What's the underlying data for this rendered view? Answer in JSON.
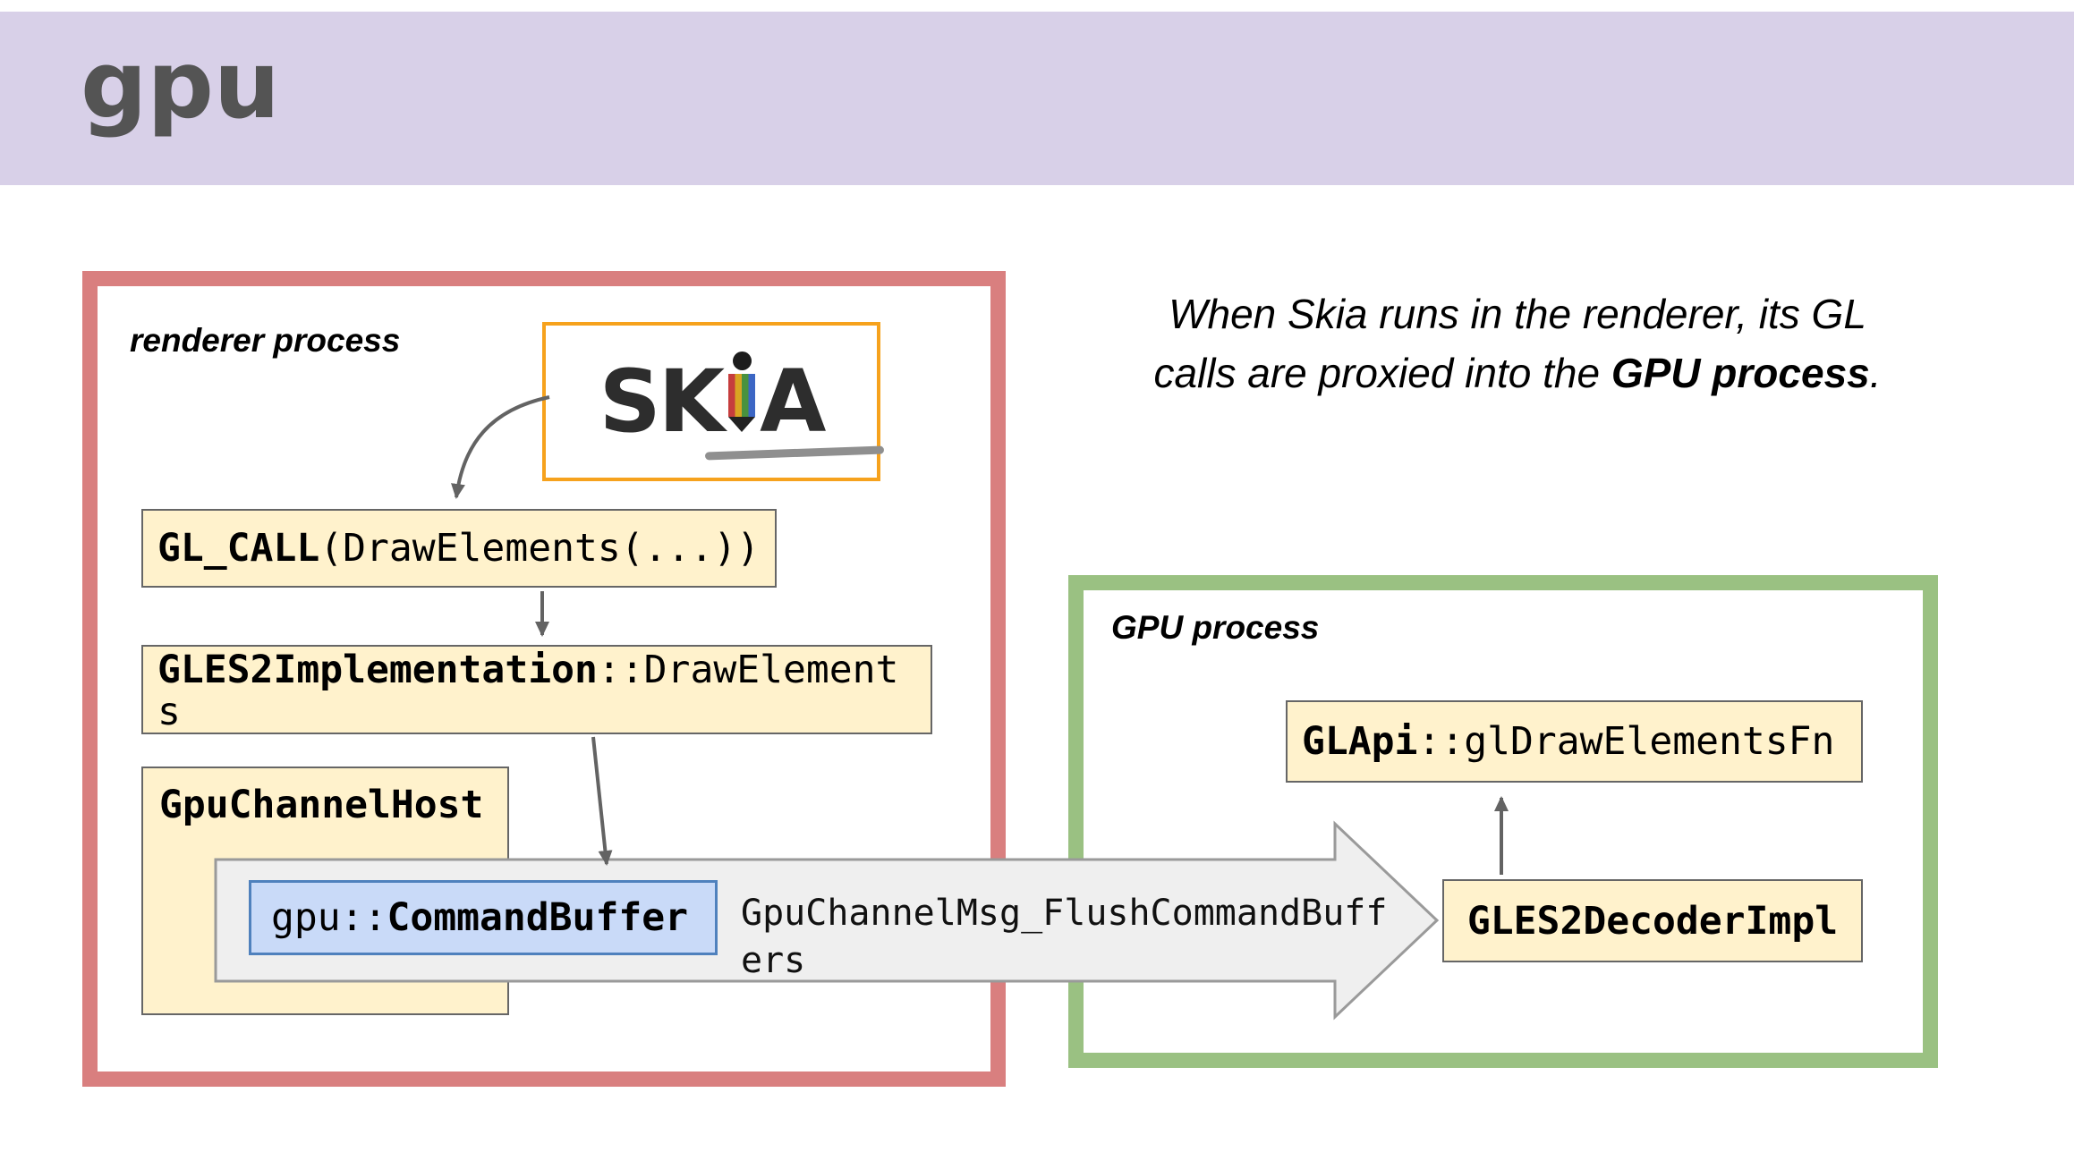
{
  "title": "gpu",
  "caption": {
    "line1": "When Skia runs in the renderer, its GL",
    "line2_prefix": "calls are proxied into the ",
    "line2_bold": "GPU process",
    "line2_suffix": "."
  },
  "renderer_process": {
    "label": "renderer process",
    "skia": {
      "left": "SK",
      "right": "A"
    },
    "gl_call": {
      "bold": "GL_CALL",
      "rest": "(DrawElements(...))"
    },
    "gles2_implementation": {
      "bold": "GLES2Implementation",
      "rest": "::DrawElements"
    },
    "gpu_channel_host": {
      "label": "GpuChannelHost"
    },
    "command_buffer": {
      "prefix": "gpu::",
      "bold": "CommandBuffer"
    }
  },
  "gpu_process": {
    "label": "GPU process",
    "gl_api": {
      "bold": "GLApi",
      "rest": "::glDrawElementsFn"
    },
    "gles2_decoder": {
      "label": "GLES2DecoderImpl"
    }
  },
  "ipc_message": {
    "label": "GpuChannelMsg_FlushCommandBuffers"
  },
  "colors": {
    "header_bg": "#d8d0e8",
    "title_text": "#545454",
    "renderer_border": "#d97f7f",
    "gpu_border": "#9ac182",
    "code_box_bg": "#fff2cc",
    "code_box_border": "#666666",
    "command_buffer_bg": "#c9daf8",
    "command_buffer_border": "#4f81bd",
    "ipc_arrow_fill": "#efefef",
    "ipc_arrow_stroke": "#9a9a9a",
    "skia_box_border": "#f6a21d",
    "skia_pencil_stripes": [
      "#c63d3d",
      "#d9a422",
      "#49923e",
      "#3c66c4"
    ]
  }
}
